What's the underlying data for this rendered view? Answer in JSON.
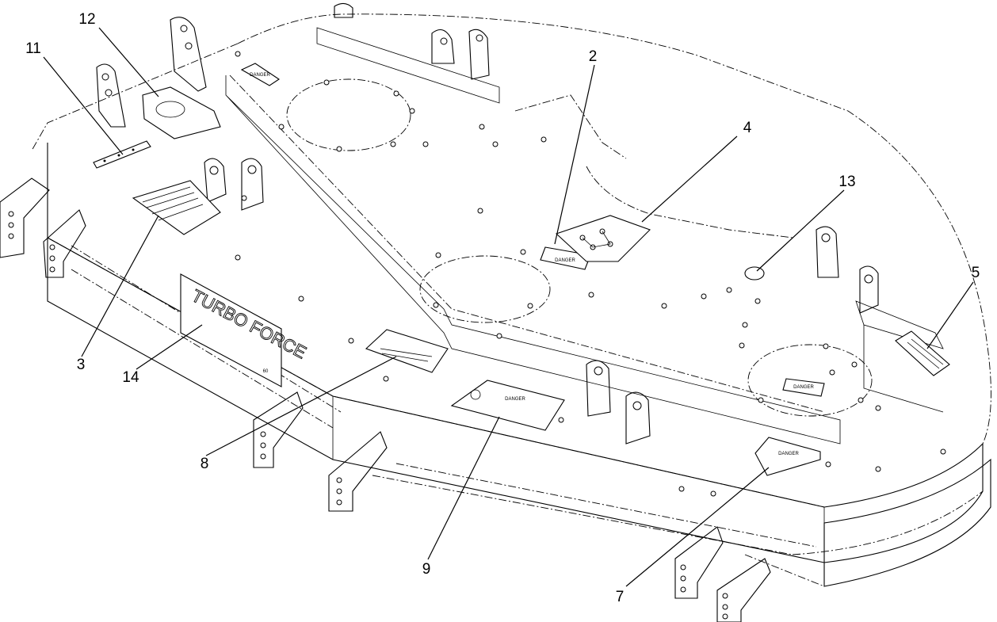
{
  "callouts": [
    {
      "id": "c12",
      "label": "12"
    },
    {
      "id": "c11",
      "label": "11"
    },
    {
      "id": "c2",
      "label": "2"
    },
    {
      "id": "c4",
      "label": "4"
    },
    {
      "id": "c13",
      "label": "13"
    },
    {
      "id": "c5",
      "label": "5"
    },
    {
      "id": "c3",
      "label": "3"
    },
    {
      "id": "c14",
      "label": "14"
    },
    {
      "id": "c8",
      "label": "8"
    },
    {
      "id": "c9",
      "label": "9"
    },
    {
      "id": "c7",
      "label": "7"
    }
  ],
  "decals": {
    "danger_top": "DANGER",
    "danger_center": "DANGER",
    "danger_right": "DANGER",
    "danger_banner": "DANGER",
    "danger_shield": "DANGER",
    "brand_top": "TURBO FORCE",
    "brand_sub": "60"
  }
}
